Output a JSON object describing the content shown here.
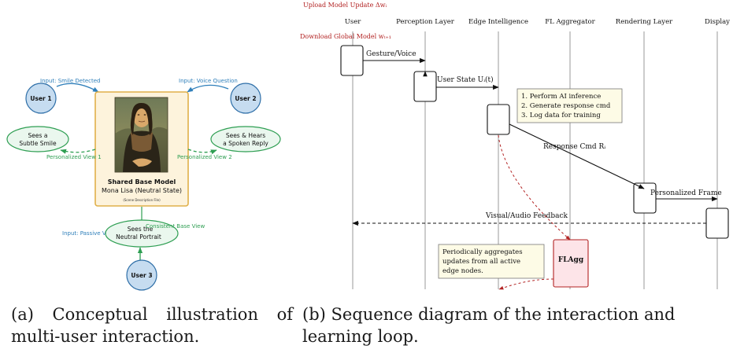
{
  "panel_a": {
    "users": [
      {
        "label": "User 1"
      },
      {
        "label": "User 2"
      },
      {
        "label": "User 3"
      }
    ],
    "inputs": {
      "user1": "Input: Smile Detected",
      "user2": "Input: Voice Question",
      "user3": "Input: Passive View"
    },
    "views": {
      "user1": [
        "Sees a",
        "Subtle Smile"
      ],
      "user2": [
        "Sees & Hears",
        "a Spoken Reply"
      ],
      "user3": [
        "Sees the",
        "Neutral Portrait"
      ]
    },
    "view_links": {
      "user1": "Personalized View 1",
      "user2": "Personalized View 2",
      "user3": "Consistent Base View"
    },
    "model": {
      "title": "Shared Base Model",
      "subtitle": "Mona Lisa (Neutral State)",
      "note": "(Scene Description File)"
    },
    "caption": "(a) Conceptual illustration of multi-user interaction."
  },
  "panel_b": {
    "upload_label": "Upload Model Update Δwᵢ",
    "download_label": "Download Global Model wₜ₊₁",
    "lanes": [
      "User",
      "Perception Layer",
      "Edge Intelligence",
      "FL Aggregator",
      "Rendering Layer",
      "Display"
    ],
    "messages": {
      "gesture": "Gesture/Voice",
      "user_state": "User State Uᵢ(t)",
      "response_cmd": "Response Cmd Rᵢ",
      "frame": "Personalized Frame",
      "feedback": "Visual/Audio Feedback"
    },
    "edge_notes": [
      "1. Perform AI inference",
      "2. Generate response cmd",
      "3. Log data for training"
    ],
    "agg_note": [
      "Periodically aggregates",
      "updates from all active",
      "edge nodes."
    ],
    "agg_box": "FLAgg",
    "caption": "(b) Sequence diagram of the interaction and learning loop."
  },
  "colors": {
    "user_fill": "#c6dcf0",
    "user_stroke": "#2f6fa8",
    "input_text": "#2f7fba",
    "view_fill": "#eaf7ee",
    "view_stroke": "#2e9e52",
    "view_text": "#2e9e52",
    "model_fill": "#fdf3dc",
    "model_stroke": "#e0b04a",
    "fl_red": "#b22222",
    "agg_fill": "#fde4e8",
    "note_fill": "#fdfbe6"
  }
}
